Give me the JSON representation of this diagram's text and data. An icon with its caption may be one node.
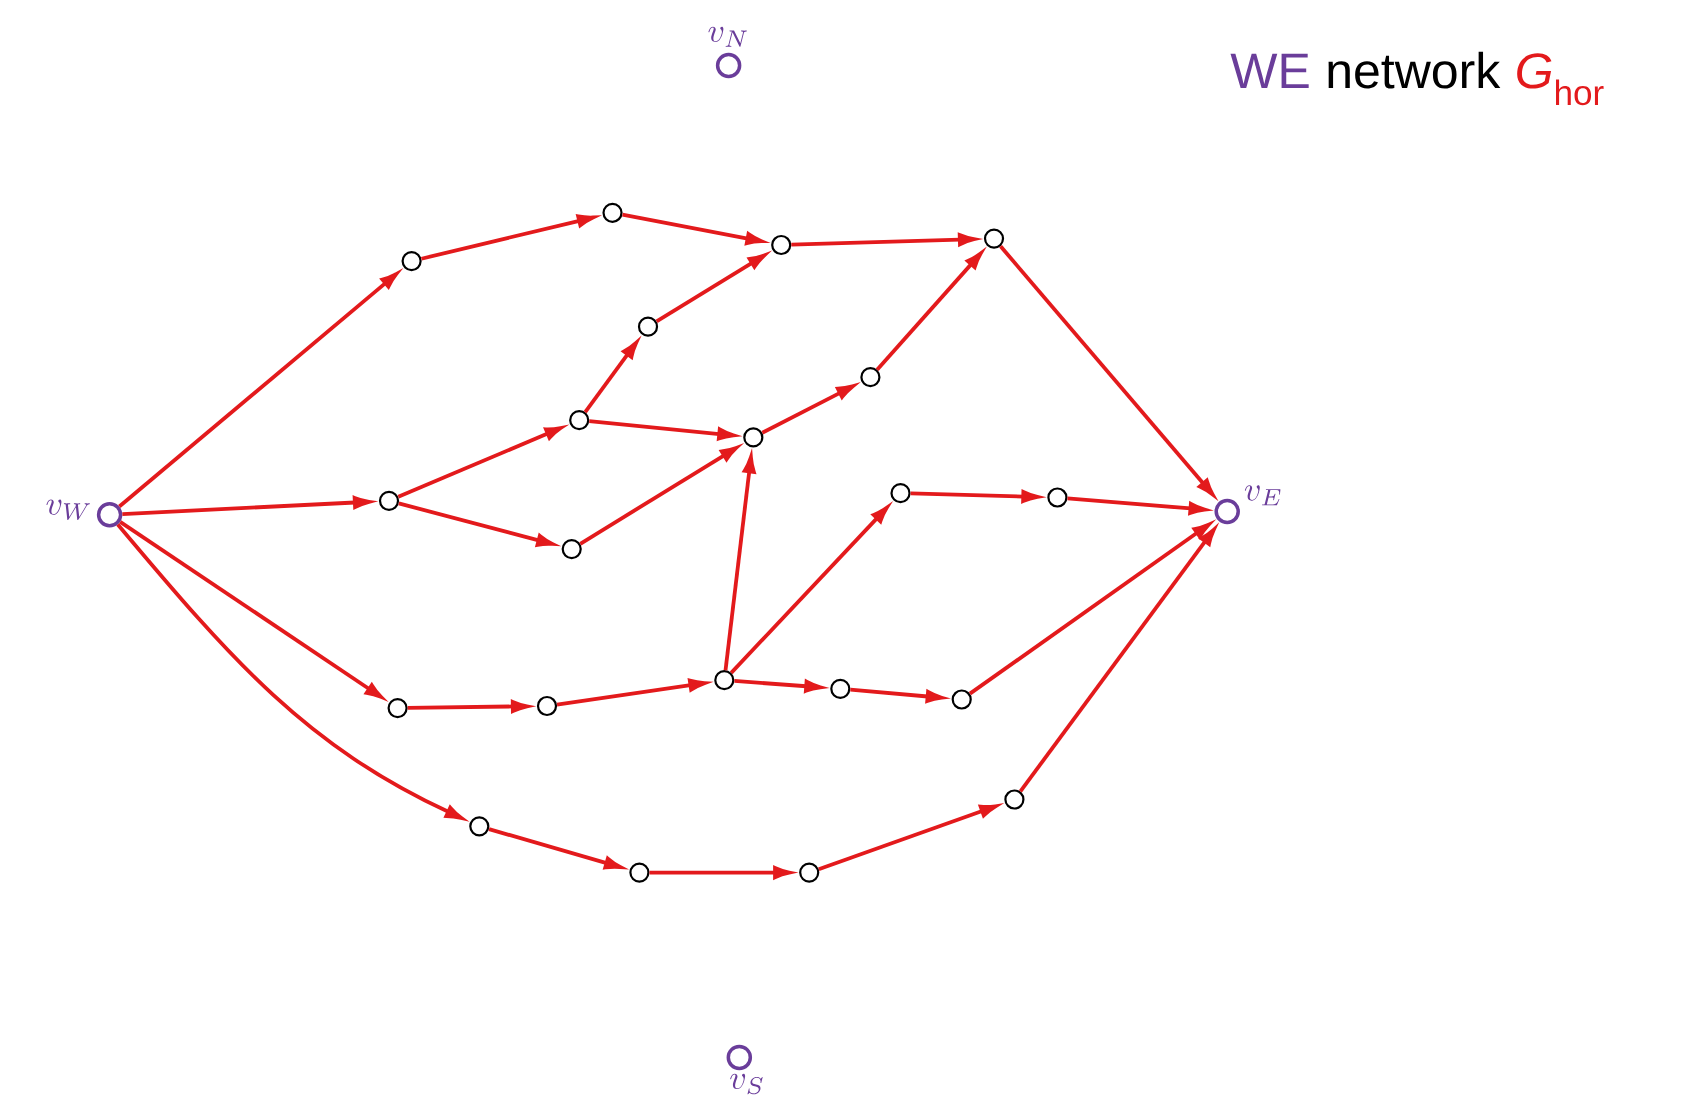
{
  "diagram": {
    "nodes": [
      {
        "text": [],
        "shape": "circle",
        "beside": [
          "v_N"
        ]
      },
      {
        "text": [],
        "shape": "circle",
        "beside": [
          "v_W"
        ]
      },
      {
        "text": [],
        "shape": "circle",
        "beside": [
          "v_E"
        ]
      },
      {
        "text": [],
        "shape": "circle",
        "beside": [
          "v_S"
        ]
      },
      {
        "text": [],
        "shape": "circle"
      },
      {
        "text": [],
        "shape": "circle"
      },
      {
        "text": [],
        "shape": "circle"
      },
      {
        "text": [],
        "shape": "circle"
      },
      {
        "text": [],
        "shape": "circle"
      },
      {
        "text": [],
        "shape": "circle"
      },
      {
        "text": [],
        "shape": "circle"
      },
      {
        "text": [],
        "shape": "circle"
      },
      {
        "text": [],
        "shape": "circle"
      },
      {
        "text": [],
        "shape": "circle"
      },
      {
        "text": [],
        "shape": "circle"
      },
      {
        "text": [],
        "shape": "circle"
      },
      {
        "text": [],
        "shape": "circle"
      },
      {
        "text": [],
        "shape": "circle"
      },
      {
        "text": [],
        "shape": "circle"
      },
      {
        "text": [],
        "shape": "circle"
      },
      {
        "text": [],
        "shape": "circle"
      },
      {
        "text": [],
        "shape": "circle"
      },
      {
        "text": [],
        "shape": "circle"
      },
      {
        "text": [],
        "shape": "circle"
      },
      {
        "text": [],
        "shape": "circle"
      }
    ],
    "edges": [
      {
        "from": 1,
        "to": 4,
        "arrow": "to"
      },
      {
        "from": 4,
        "to": 5,
        "arrow": "to"
      },
      {
        "from": 5,
        "to": 6,
        "arrow": "to"
      },
      {
        "from": 6,
        "to": 7,
        "arrow": "to"
      },
      {
        "from": 7,
        "to": 2,
        "arrow": "to"
      },
      {
        "from": 1,
        "to": 12,
        "arrow": "to"
      },
      {
        "from": 12,
        "to": 9,
        "arrow": "to"
      },
      {
        "from": 12,
        "to": 13,
        "arrow": "to"
      },
      {
        "from": 9,
        "to": 8,
        "arrow": "to"
      },
      {
        "from": 8,
        "to": 6,
        "arrow": "to"
      },
      {
        "from": 9,
        "to": 10,
        "arrow": "to"
      },
      {
        "from": 13,
        "to": 10,
        "arrow": "to"
      },
      {
        "from": 10,
        "to": 11,
        "arrow": "to"
      },
      {
        "from": 11,
        "to": 7,
        "arrow": "to"
      },
      {
        "from": 1,
        "to": 16,
        "arrow": "to"
      },
      {
        "from": 16,
        "to": 17,
        "arrow": "to"
      },
      {
        "from": 17,
        "to": 18,
        "arrow": "to"
      },
      {
        "from": 18,
        "to": 10,
        "arrow": "to"
      },
      {
        "from": 18,
        "to": 14,
        "arrow": "to"
      },
      {
        "from": 14,
        "to": 15,
        "arrow": "to"
      },
      {
        "from": 15,
        "to": 2,
        "arrow": "to"
      },
      {
        "from": 18,
        "to": 19,
        "arrow": "to"
      },
      {
        "from": 19,
        "to": 20,
        "arrow": "to"
      },
      {
        "from": 20,
        "to": 2,
        "arrow": "to"
      },
      {
        "from": 1,
        "to": 21,
        "arrow": "to"
      },
      {
        "from": 21,
        "to": 22,
        "arrow": "to"
      },
      {
        "from": 22,
        "to": 23,
        "arrow": "to"
      },
      {
        "from": 23,
        "to": 24,
        "arrow": "to"
      },
      {
        "from": 24,
        "to": 2,
        "arrow": "to"
      }
    ],
    "labels": [
      "WE",
      "network",
      "*G*$_{hor}$"
    ]
  }
}
